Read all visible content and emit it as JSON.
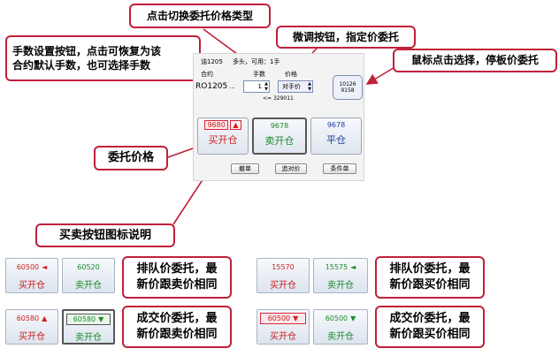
{
  "callouts": {
    "toggle_price_type": "点击切换委托价格类型",
    "fine_tune": "微调按钮，指定价委托",
    "limit_order": "鼠标点击选择，停板价委托",
    "qty_line1": "手数设置按钮，点击可恢复为该",
    "qty_line2": "合约默认手数，也可选择手数",
    "order_price": "委托价格",
    "button_icon_desc": "买卖按钮图标说明",
    "queue_line1": "排队价委托，最",
    "queue_line2": "新价跟卖价相同",
    "trade_line1": "成交价委托，最",
    "trade_line2": "新价跟卖价相同",
    "queue_b_line1": "排队价委托，最",
    "queue_b_line2": "新价跟买价相同",
    "trade_b_line1": "成交价委托，最",
    "trade_b_line2": "新价跟买价相同"
  },
  "panel": {
    "header_contract_prefix": "油1205",
    "header_info": "多头，可用：1手",
    "col_contract": "合约",
    "col_qty": "手数",
    "col_price": "价格",
    "contract": "RO1205",
    "ellipsis": "...",
    "qty_value": "1",
    "price_mode": "对手价",
    "upper_limit": "10126",
    "lower_limit": "9158",
    "max_qty_hint": "<= 329011",
    "buy": {
      "price": "9680",
      "arrow": "▲",
      "label": "买开仓"
    },
    "sell": {
      "price": "9678",
      "label": "卖开仓"
    },
    "close": {
      "price": "9678",
      "label": "平仓"
    },
    "btn_cancel": "撤单",
    "btn_chase": "追对价",
    "btn_conditional": "条件单"
  },
  "demos": [
    {
      "price": "60500",
      "arrow": "◄",
      "label": "买开仓",
      "color": "red",
      "highlight": false
    },
    {
      "price": "60520",
      "arrow": "",
      "label": "卖开仓",
      "color": "green",
      "highlight": false
    },
    {
      "price": "15570",
      "arrow": "",
      "label": "买开仓",
      "color": "red",
      "highlight": false
    },
    {
      "price": "15575",
      "arrow": "◄",
      "label": "卖开仓",
      "color": "green",
      "highlight": false
    },
    {
      "price": "60580",
      "arrow": "▲",
      "label": "买开仓",
      "color": "red",
      "highlight": false
    },
    {
      "price": "60580",
      "arrow": "▼",
      "label": "卖开仓",
      "color": "green",
      "highlight": true
    },
    {
      "price": "60500",
      "arrow": "▼",
      "label": "买开仓",
      "color": "red",
      "highlight": true
    },
    {
      "price": "60500",
      "arrow": "▼",
      "label": "卖开仓",
      "color": "green",
      "highlight": false
    }
  ],
  "colors": {
    "accent": "#c0203a",
    "buy": "#cc1f1f",
    "sell": "#1b8a2a",
    "close": "#1b3d9c"
  }
}
